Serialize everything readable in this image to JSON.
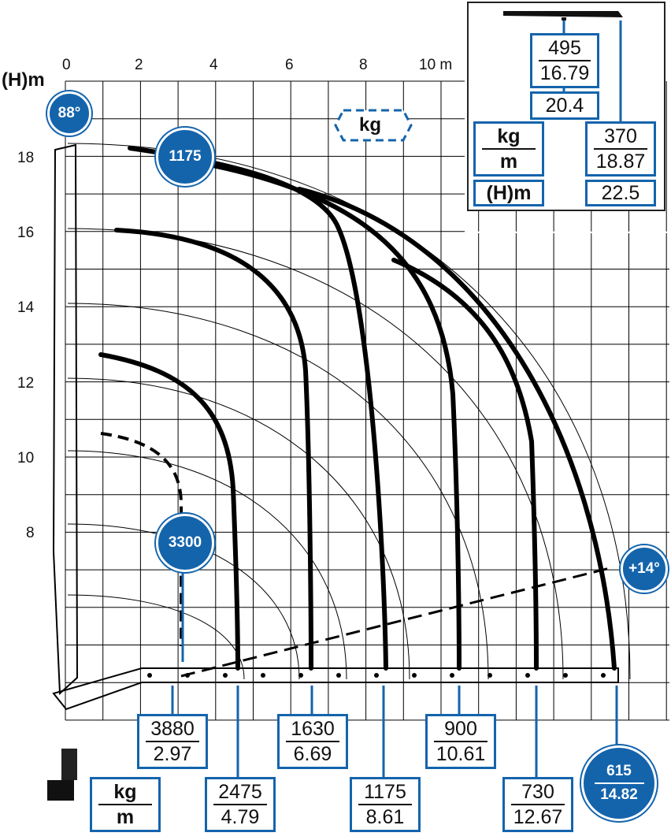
{
  "axes": {
    "y_title": "(H)m",
    "x_unit": "m",
    "x_ticks": [
      "0",
      "2",
      "4",
      "6",
      "8",
      "10"
    ],
    "y_ticks": [
      "18",
      "16",
      "14",
      "12",
      "10",
      "8"
    ]
  },
  "badges": {
    "max_angle": "88°",
    "min_angle": "+14°",
    "inner_load": "3300",
    "top_load": "1175",
    "far_load_kg": "615",
    "far_load_m": "14.82"
  },
  "legend": {
    "kg_dashed": "kg",
    "kg": "kg",
    "m": "m",
    "hm": "(H)m"
  },
  "inset": {
    "jib_load_kg": "495",
    "jib_load_m": "16.79",
    "jib_height": "20.4",
    "tip_load_kg": "370",
    "tip_load_m": "18.87",
    "tip_height": "22.5"
  },
  "load_points": [
    {
      "kg": "3880",
      "m": "2.97"
    },
    {
      "kg": "2475",
      "m": "4.79"
    },
    {
      "kg": "1630",
      "m": "6.69"
    },
    {
      "kg": "1175",
      "m": "8.61"
    },
    {
      "kg": "900",
      "m": "10.61"
    },
    {
      "kg": "730",
      "m": "12.67"
    }
  ],
  "colors": {
    "accent": "#1464ac",
    "ink": "#111111",
    "grid": "#000000"
  }
}
